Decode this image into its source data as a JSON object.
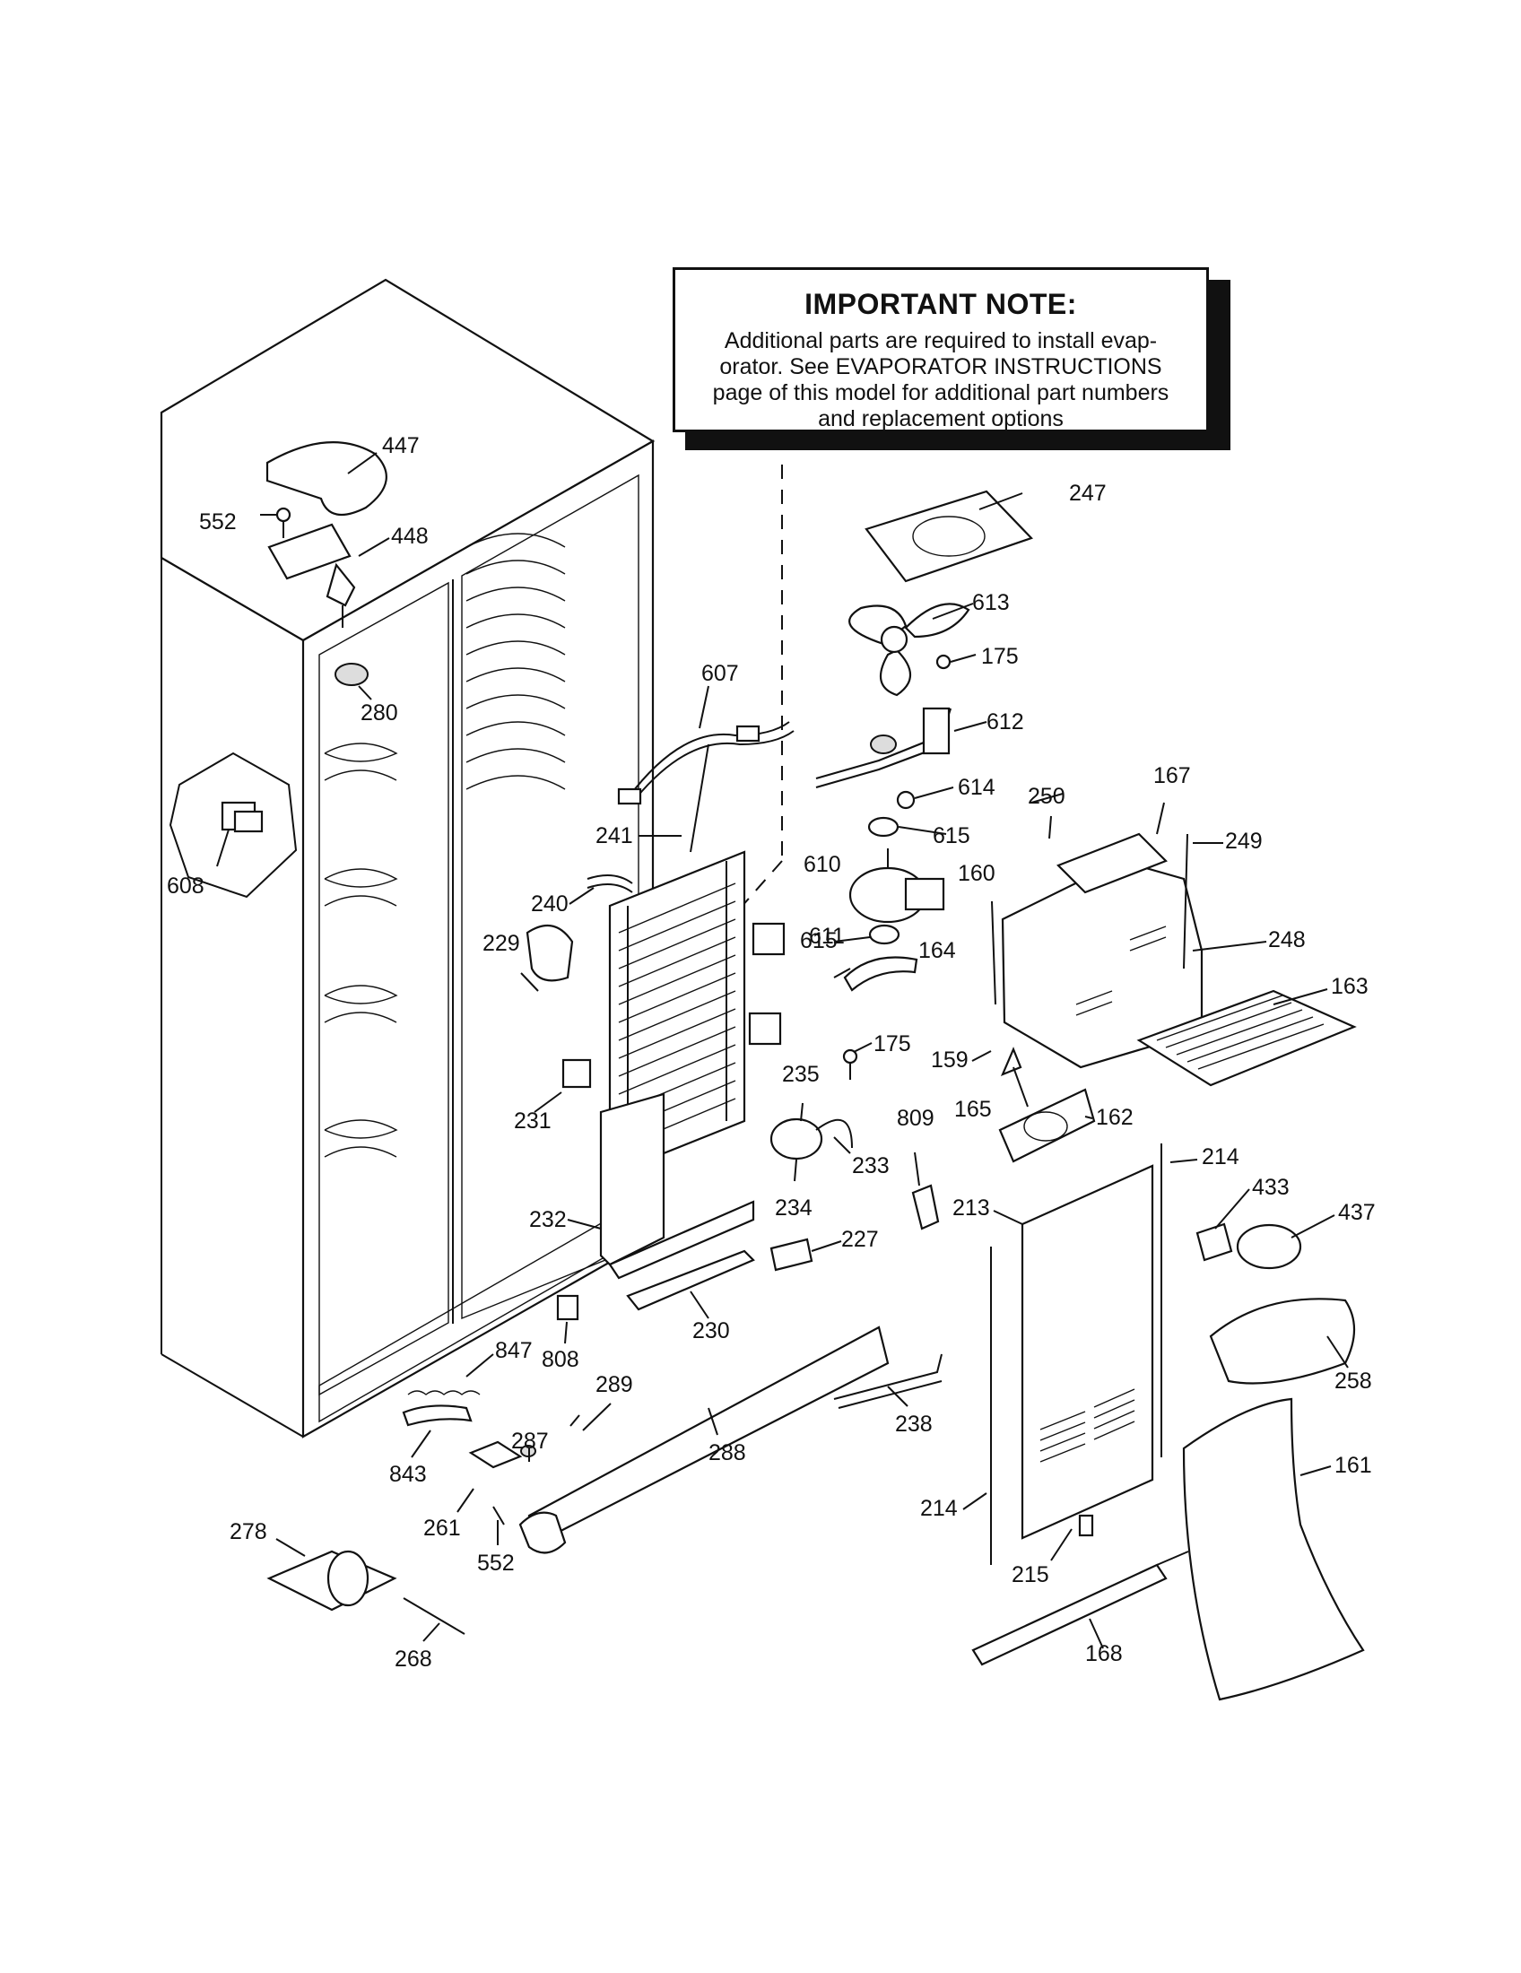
{
  "note": {
    "title": "IMPORTANT NOTE:",
    "lines": [
      "Additional parts are required to install evap-",
      "orator.  See EVAPORATOR INSTRUCTIONS",
      "page of this model for additional part numbers",
      "and replacement options"
    ]
  },
  "callouts": [
    "447",
    "552",
    "448",
    "280",
    "608",
    "607",
    "241",
    "240",
    "229",
    "231",
    "232",
    "230",
    "247",
    "613",
    "175",
    "612",
    "614",
    "615",
    "610",
    "615",
    "611",
    "175",
    "235",
    "233",
    "234",
    "227",
    "250",
    "167",
    "249",
    "160",
    "164",
    "248",
    "163",
    "159",
    "165",
    "162",
    "809",
    "214",
    "213",
    "433",
    "437",
    "258",
    "808",
    "847",
    "289",
    "288",
    "238",
    "843",
    "287",
    "261",
    "552",
    "278",
    "268",
    "214",
    "215",
    "161",
    "168"
  ]
}
